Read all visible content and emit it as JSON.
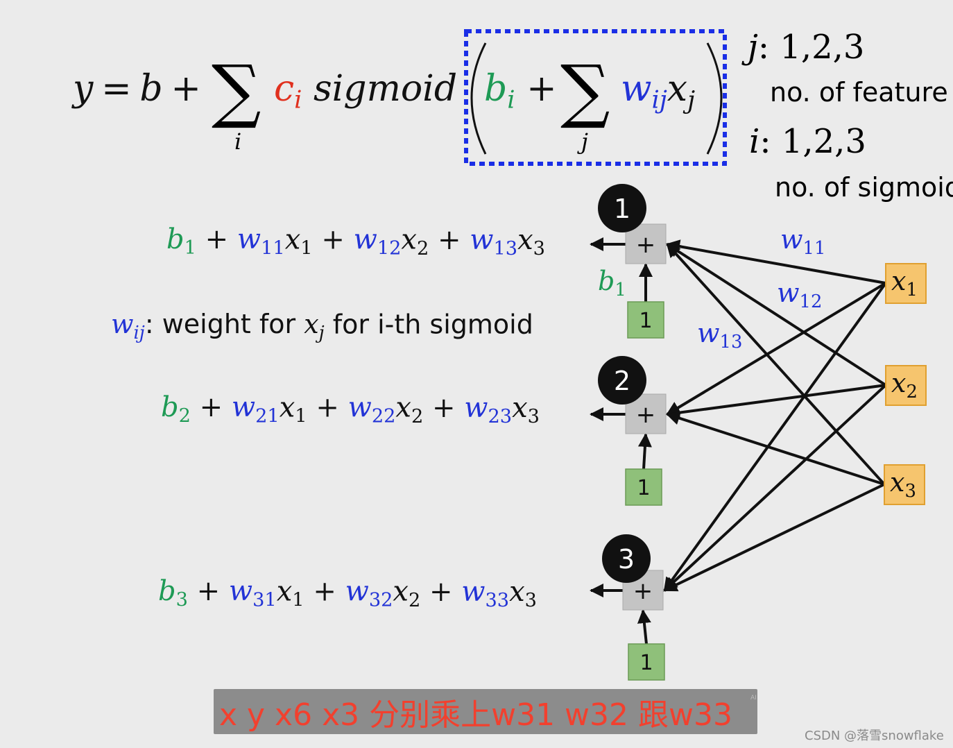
{
  "colors": {
    "green": "#1e9a55",
    "blue": "#2233d6",
    "red": "#e0301e",
    "black": "#111111",
    "node": "#111111",
    "plus_box": "#c4c4c4",
    "one_box": "#8fc07a",
    "x_box": "#f6c56e",
    "subtitle_bg": "#8c8c8c",
    "subtitle_text": "#f2402e",
    "dotted": "#1a2ee6"
  },
  "formula": {
    "tokens": [
      {
        "t": "y = b + ",
        "c": "black",
        "i": true
      },
      {
        "t": "c",
        "c": "red",
        "i": true
      },
      {
        "t": "i",
        "c": "red",
        "sub": true,
        "i": true
      },
      {
        "t": " sigmoid",
        "c": "black",
        "i": true
      }
    ],
    "sum_symbol": "∑",
    "sum_index_i": "i",
    "sum_index_j": "j",
    "inner_tokens": [
      {
        "t": "b",
        "c": "green",
        "i": true
      },
      {
        "t": "i",
        "c": "green",
        "sub": true,
        "i": true
      },
      {
        "t": " + ",
        "c": "black"
      }
    ],
    "inner_tail": [
      {
        "t": "w",
        "c": "blue",
        "i": true
      },
      {
        "t": "ij",
        "c": "blue",
        "sub": true,
        "i": true
      },
      {
        "t": "x",
        "c": "black",
        "i": true
      },
      {
        "t": "j",
        "c": "black",
        "sub": true,
        "i": true
      }
    ]
  },
  "legend": {
    "j_label": "j",
    "j_values": ": 1,2,3",
    "j_desc": "no. of feature",
    "i_label": "i",
    "i_values": ": 1,2,3",
    "i_desc": "no. of sigmoid"
  },
  "equations": [
    [
      {
        "t": "b",
        "c": "green",
        "i": true
      },
      {
        "t": "1",
        "c": "green",
        "sub": true
      },
      {
        "t": " + ",
        "c": "black"
      },
      {
        "t": "w",
        "c": "blue",
        "i": true
      },
      {
        "t": "11",
        "c": "blue",
        "sub": true
      },
      {
        "t": "x",
        "c": "black",
        "i": true
      },
      {
        "t": "1",
        "c": "black",
        "sub": true
      },
      {
        "t": " + ",
        "c": "black"
      },
      {
        "t": "w",
        "c": "blue",
        "i": true
      },
      {
        "t": "12",
        "c": "blue",
        "sub": true
      },
      {
        "t": "x",
        "c": "black",
        "i": true
      },
      {
        "t": "2",
        "c": "black",
        "sub": true
      },
      {
        "t": " + ",
        "c": "black"
      },
      {
        "t": "w",
        "c": "blue",
        "i": true
      },
      {
        "t": "13",
        "c": "blue",
        "sub": true
      },
      {
        "t": "x",
        "c": "black",
        "i": true
      },
      {
        "t": "3",
        "c": "black",
        "sub": true
      }
    ],
    [
      {
        "t": "b",
        "c": "green",
        "i": true
      },
      {
        "t": "2",
        "c": "green",
        "sub": true
      },
      {
        "t": " + ",
        "c": "black"
      },
      {
        "t": "w",
        "c": "blue",
        "i": true
      },
      {
        "t": "21",
        "c": "blue",
        "sub": true
      },
      {
        "t": "x",
        "c": "black",
        "i": true
      },
      {
        "t": "1",
        "c": "black",
        "sub": true
      },
      {
        "t": " + ",
        "c": "black"
      },
      {
        "t": "w",
        "c": "blue",
        "i": true
      },
      {
        "t": "22",
        "c": "blue",
        "sub": true
      },
      {
        "t": "x",
        "c": "black",
        "i": true
      },
      {
        "t": "2",
        "c": "black",
        "sub": true
      },
      {
        "t": " + ",
        "c": "black"
      },
      {
        "t": "w",
        "c": "blue",
        "i": true
      },
      {
        "t": "23",
        "c": "blue",
        "sub": true
      },
      {
        "t": "x",
        "c": "black",
        "i": true
      },
      {
        "t": "3",
        "c": "black",
        "sub": true
      }
    ],
    [
      {
        "t": "b",
        "c": "green",
        "i": true
      },
      {
        "t": "3",
        "c": "green",
        "sub": true
      },
      {
        "t": " + ",
        "c": "black"
      },
      {
        "t": "w",
        "c": "blue",
        "i": true
      },
      {
        "t": "31",
        "c": "blue",
        "sub": true
      },
      {
        "t": "x",
        "c": "black",
        "i": true
      },
      {
        "t": "1",
        "c": "black",
        "sub": true
      },
      {
        "t": " + ",
        "c": "black"
      },
      {
        "t": "w",
        "c": "blue",
        "i": true
      },
      {
        "t": "32",
        "c": "blue",
        "sub": true
      },
      {
        "t": "x",
        "c": "black",
        "i": true
      },
      {
        "t": "2",
        "c": "black",
        "sub": true
      },
      {
        "t": " + ",
        "c": "black"
      },
      {
        "t": "w",
        "c": "blue",
        "i": true
      },
      {
        "t": "33",
        "c": "blue",
        "sub": true
      },
      {
        "t": "x",
        "c": "black",
        "i": true
      },
      {
        "t": "3",
        "c": "black",
        "sub": true
      }
    ]
  ],
  "weight_note": [
    {
      "t": "w",
      "c": "blue",
      "i": true
    },
    {
      "t": "ij",
      "c": "blue",
      "sub": true,
      "i": true
    },
    {
      "t": ": weight for ",
      "c": "black",
      "sans": true
    },
    {
      "t": "x",
      "c": "black",
      "i": true
    },
    {
      "t": "j",
      "c": "black",
      "sub": true,
      "i": true
    },
    {
      "t": " for i-th sigmoid",
      "c": "black",
      "sans": true
    }
  ],
  "diagram": {
    "nodes": [
      "1",
      "2",
      "3"
    ],
    "plus": "+",
    "bias_inputs": [
      "1",
      "1",
      "1"
    ],
    "inputs": [
      [
        {
          "t": "x",
          "i": true
        },
        {
          "t": "1",
          "sub": true
        }
      ],
      [
        {
          "t": "x",
          "i": true
        },
        {
          "t": "2",
          "sub": true
        }
      ],
      [
        {
          "t": "x",
          "i": true
        },
        {
          "t": "3",
          "sub": true
        }
      ]
    ],
    "weight_labels": [
      [
        {
          "t": "w",
          "i": true
        },
        {
          "t": "11",
          "sub": true
        }
      ],
      [
        {
          "t": "w",
          "i": true
        },
        {
          "t": "12",
          "sub": true
        }
      ],
      [
        {
          "t": "w",
          "i": true
        },
        {
          "t": "13",
          "sub": true
        }
      ]
    ],
    "bias_label": [
      {
        "t": "b",
        "i": true
      },
      {
        "t": "1",
        "sub": true
      }
    ]
  },
  "subtitle": {
    "text": "x y x6 x3 分别乘上w31 w32 跟w33",
    "badge": "AI"
  },
  "watermark": "CSDN @落雪snowflake"
}
